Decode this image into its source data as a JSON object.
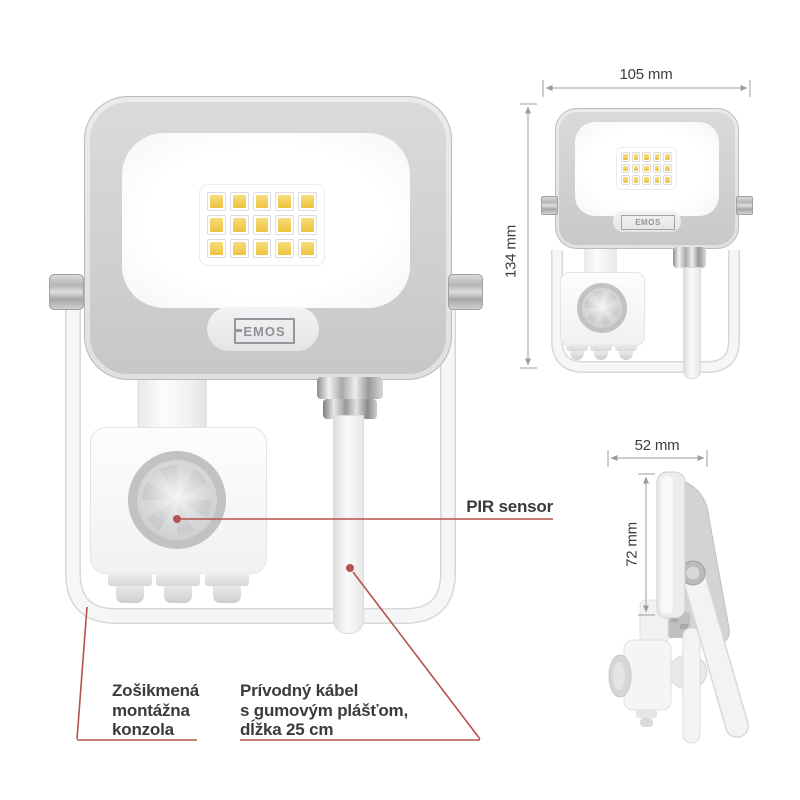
{
  "brand": "EMOS",
  "led_grid": {
    "cols": 5,
    "rows": 3
  },
  "callouts": {
    "pir_sensor": "PIR sensor",
    "mounting_bracket": "Zošikmená\nmontážna\nkonzola",
    "power_cable": "Prívodný kábel\ns gumovým plášťom,\ndĺžka 25 cm"
  },
  "dimensions": {
    "front_width": "105 mm",
    "front_height": "134 mm",
    "side_depth": "52 mm",
    "side_height": "72 mm"
  },
  "colors": {
    "callout_red": "#b5534c",
    "dimension_gray": "#9c9c9c",
    "label_text": "#3b3b3c",
    "led_yellow": "#eec23f"
  }
}
